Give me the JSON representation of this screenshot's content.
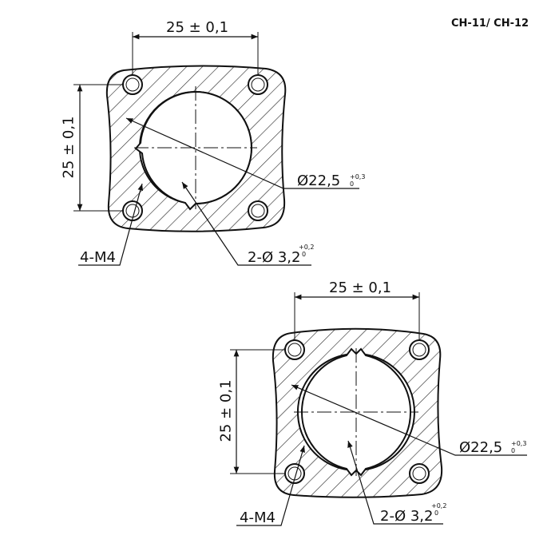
{
  "model_label": "CH-11/ CH-12",
  "views": [
    {
      "id": "top",
      "dim_horizontal": "25 ± 0,1",
      "dim_vertical": "25 ± 0,1",
      "bore_label": "Ø22,5",
      "bore_tol_upper": "+0,3",
      "bore_tol_lower": "0",
      "pin_label": "2-Ø 3,2",
      "pin_tol_upper": "+0,2",
      "pin_tol_lower": "0",
      "thread_label": "4-M4"
    },
    {
      "id": "bottom",
      "dim_horizontal": "25 ± 0,1",
      "dim_vertical": "25 ± 0,1",
      "bore_label": "Ø22,5",
      "bore_tol_upper": "+0,3",
      "bore_tol_lower": "0",
      "pin_label": "2-Ø 3,2",
      "pin_tol_upper": "+0,2",
      "pin_tol_lower": "0",
      "thread_label": "4-M4"
    }
  ]
}
